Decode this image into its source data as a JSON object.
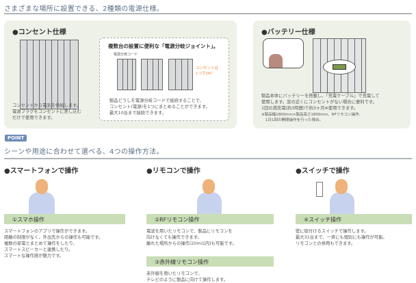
{
  "header": {
    "title": "さまざまな場所に設置できる、2種類の電源仕様。"
  },
  "outlet": {
    "heading": "●コンセント仕様",
    "desc": [
      "コンセントから電気を供給します。",
      "電源プラグをコンセントに差し込む",
      "だけで使用できます。"
    ],
    "joint": {
      "title": "複数台の設置に便利な「電源分岐ジョイント」。",
      "cord_label": "電源分岐コード",
      "note": [
        "コンセントは",
        "1つでOK！"
      ],
      "desc": [
        "製品どうしを電源分岐コードで接続することで、",
        "コンセント(電源)を1つにまとめることができます。",
        "最大10台まで接続できます。"
      ]
    }
  },
  "battery": {
    "heading": "●バッテリー仕様",
    "desc": [
      "製品本体にバッテリーを搭載し、「充電ケーブル」で充電して",
      "使用します。窓の近くにコンセントがない場合に便利です。",
      "1回の満充電(約3時間)で約3ヶ月※使用できます。"
    ],
    "note": [
      "※製品幅1800mm×製品高さ1800mm、RFリモコン操作、",
      "1日1回の開閉操作を行った場合。"
    ]
  },
  "point": {
    "tag": "POINT",
    "title": "シーンや用途に合わせて選べる、4つの操作方法。"
  },
  "methods": [
    {
      "heading": "●スマートフォンで操作",
      "bar": "①スマホ操作",
      "desc": [
        "スマートフォンのアプリで操作ができます。",
        "距離の制限がなく、外出先からの操作も可能です。",
        "複数の家電とまとめて操作をしたり、",
        "スマートスピーカーと連携したり。",
        "スマートな操作感が魅力です。"
      ]
    },
    {
      "heading": "●リモコンで操作",
      "bar": "②RFリモコン操作",
      "desc": [
        "電波を用いたリモコンで、製品にリモコンを",
        "向けなくても操作できます。",
        "離れた場所からの操作(20m以内)も可能です。"
      ],
      "bar2": "③赤外線リモコン操作",
      "desc2": [
        "赤外線を用いたリモコンで、",
        "テレビのように製品に向けて操作します。"
      ]
    },
    {
      "heading": "●スイッチで操作",
      "bar": "④スイッチ操作",
      "desc": [
        "壁に取付けるスイッチで操作します。",
        "最大31台まで、一斉にも個別にも操作が可能。",
        "リモコンとの併用もできます。"
      ]
    }
  ],
  "colors": {
    "panel": "#eef1e7",
    "bar": "#c9deb6",
    "tag": "#6c8bb8",
    "accent": "#e98a3c"
  }
}
